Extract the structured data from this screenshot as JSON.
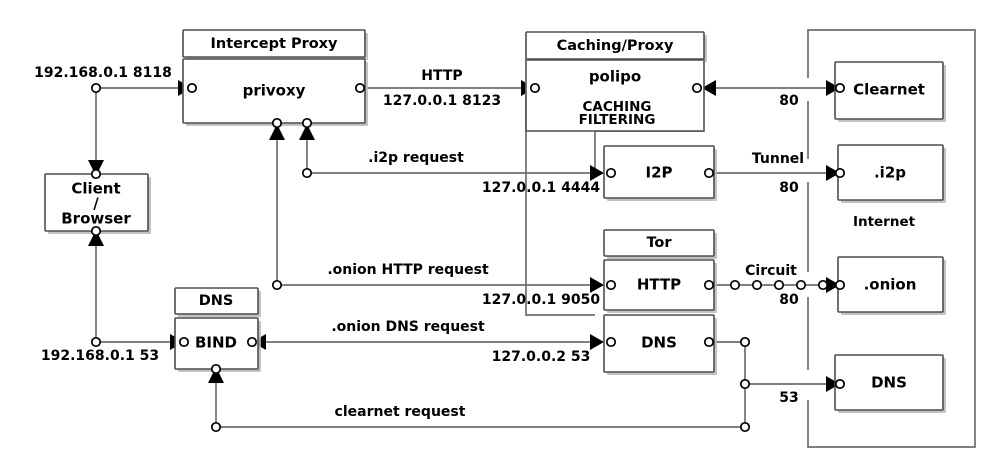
{
  "diagram": {
    "title": "Anonymizing proxy chain network diagram",
    "colors": {
      "background": "#ffffff",
      "box_stroke": "#4d4d4d",
      "wire": "#6e6e6e",
      "text": "#000000",
      "shadow": "#b9b9b9"
    },
    "nodes": [
      {
        "id": "privoxy",
        "title": "Intercept Proxy",
        "label": "privoxy"
      },
      {
        "id": "polipo",
        "title": "Caching/Proxy",
        "label": "polipo",
        "note_line1": "CACHING",
        "note_line2": "FILTERING"
      },
      {
        "id": "client",
        "line1": "Client",
        "line2": "/",
        "line3": "Browser"
      },
      {
        "id": "bind",
        "title": "DNS",
        "label": "BIND"
      },
      {
        "id": "i2p",
        "label": "I2P"
      },
      {
        "id": "tor",
        "title": "Tor",
        "label_http": "HTTP",
        "label_dns": "DNS"
      },
      {
        "id": "clearnet",
        "label": "Clearnet"
      },
      {
        "id": "i2p-dest",
        "label": ".i2p"
      },
      {
        "id": "onion-dest",
        "label": ".onion"
      },
      {
        "id": "dns-dest",
        "label": "DNS"
      }
    ],
    "boundary_label": "Internet",
    "edges": [
      {
        "id": "client-to-privoxy",
        "label": "192.168.0.1 8118"
      },
      {
        "id": "privoxy-to-polipo",
        "label": "HTTP",
        "sublabel": "127.0.0.1 8123"
      },
      {
        "id": "polipo-to-clearnet",
        "label": "80"
      },
      {
        "id": "privoxy-to-i2p",
        "label": ".i2p request",
        "sublabel": "127.0.0.1 4444"
      },
      {
        "id": "i2p-to-i2pdest",
        "label": "Tunnel",
        "sublabel": "80"
      },
      {
        "id": "privoxy-to-tor-http",
        "label": ".onion HTTP request",
        "sublabel": "127.0.0.1 9050"
      },
      {
        "id": "tor-http-to-onion",
        "label": "Circuit",
        "sublabel": "80"
      },
      {
        "id": "bind-to-tor-dns",
        "label": ".onion DNS request",
        "sublabel": "127.0.0.2 53"
      },
      {
        "id": "client-to-bind",
        "label": "192.168.0.1 53"
      },
      {
        "id": "tor-dns-to-dnsdest",
        "label": "53"
      },
      {
        "id": "clearnet-request",
        "label": "clearnet request"
      }
    ]
  }
}
